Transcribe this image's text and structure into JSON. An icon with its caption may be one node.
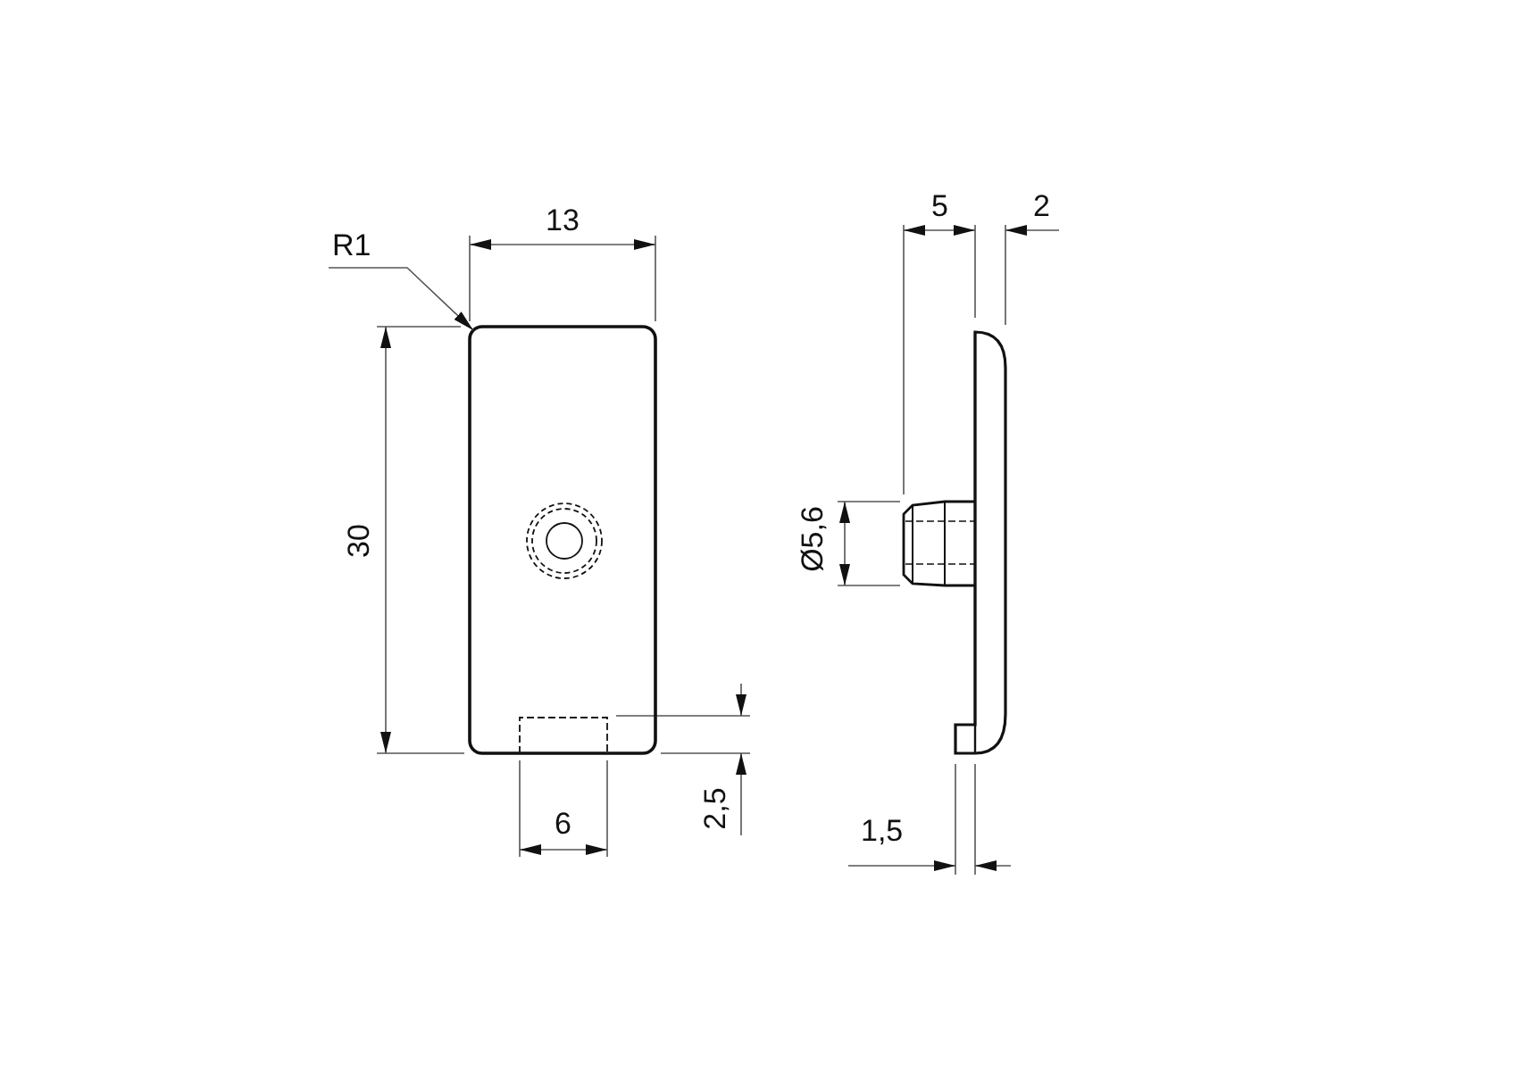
{
  "diagram": {
    "nodes": [
      {
        "text": [
          "R1"
        ]
      },
      {
        "text": [],
        "shape": "box"
      }
    ],
    "edges": [
      {
        "from": 0,
        "to": 1,
        "arrow": "to"
      }
    ],
    "labels": [
      "13",
      "30",
      "6",
      "2,5",
      "5",
      "2",
      "Ø5,6",
      "1,5"
    ]
  }
}
